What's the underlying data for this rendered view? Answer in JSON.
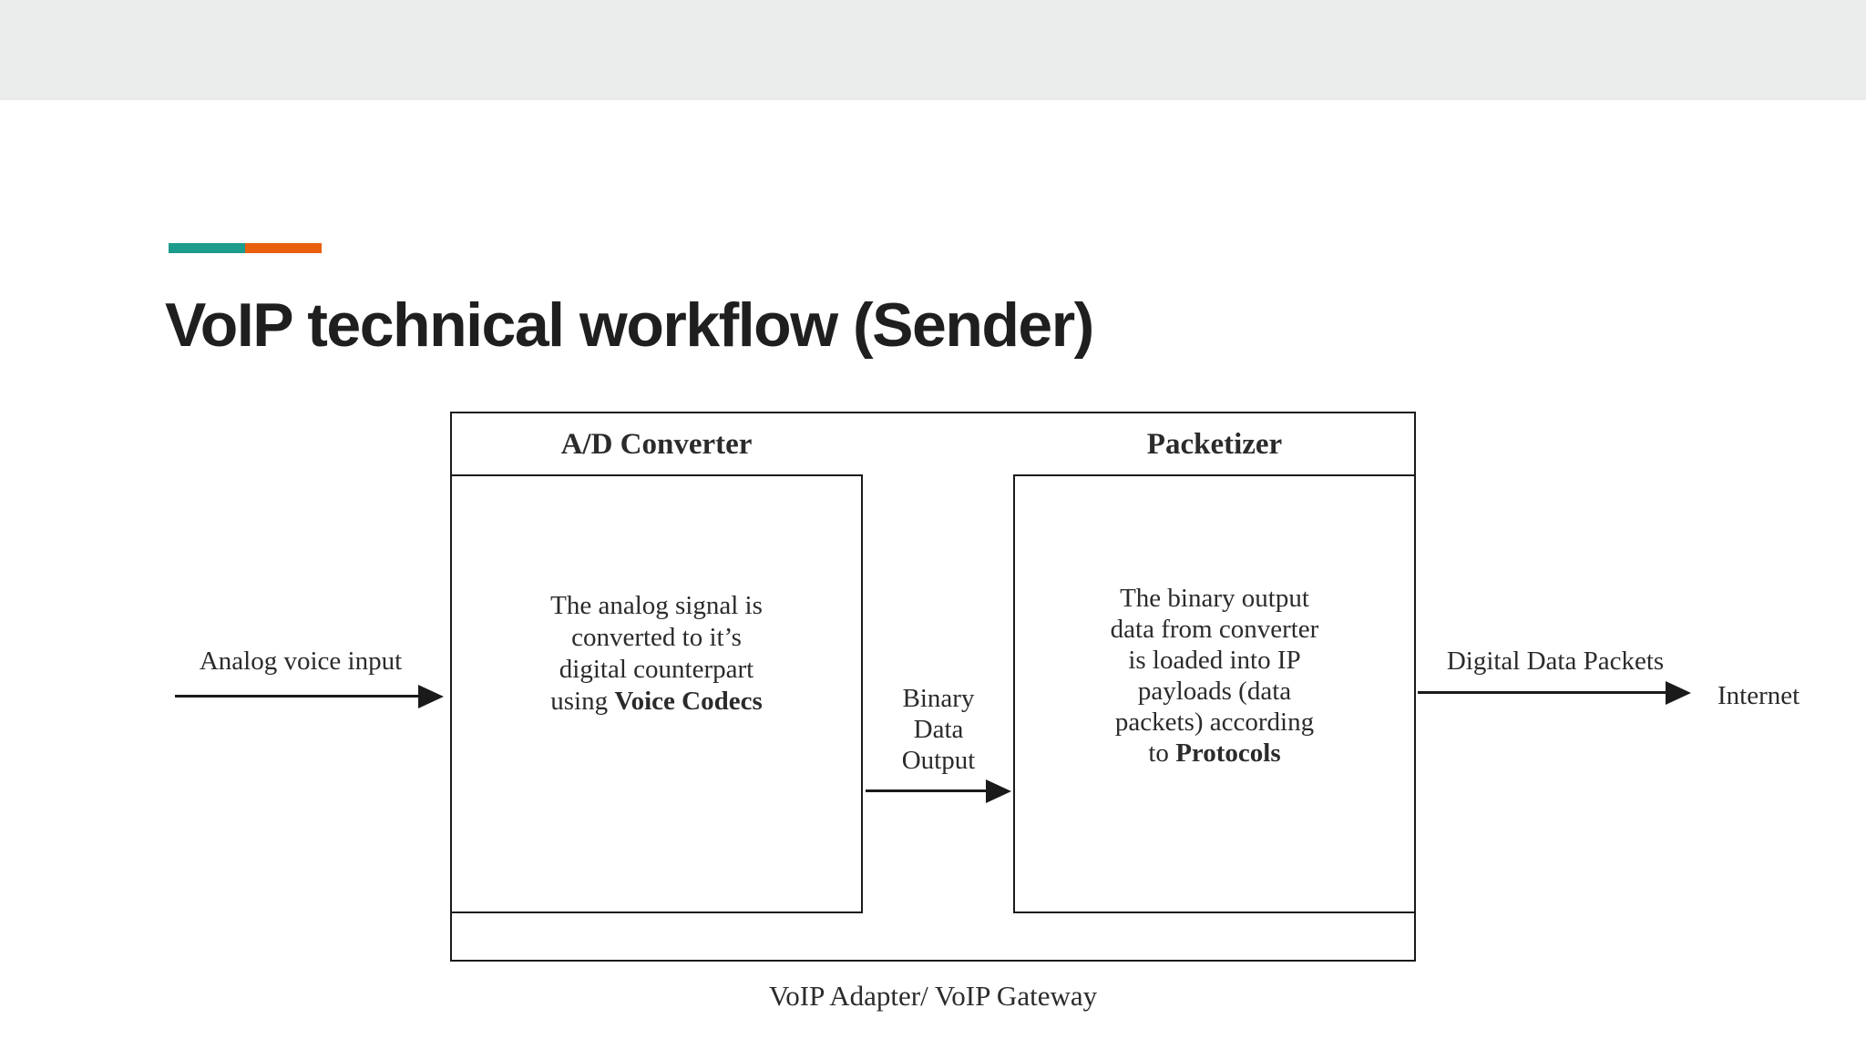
{
  "slide": {
    "title": "VoIP technical workflow (Sender)",
    "accent_colors": {
      "teal": "#1b9c8c",
      "orange": "#e8600e"
    },
    "top_band_color": "#e9eceb"
  },
  "diagram": {
    "outer_label": "VoIP Adapter/ VoIP Gateway",
    "left_box": {
      "title": "A/D Converter",
      "body": "The analog signal is\nconverted to it’s\ndigital counterpart\nusing ",
      "body_bold": "Voice Codecs"
    },
    "right_box": {
      "title": "Packetizer",
      "body": "The binary output\ndata from converter\nis loaded into IP\npayloads (data\npackets) according\nto ",
      "body_bold": "Protocols"
    },
    "flow": {
      "input_label": "Analog voice input",
      "middle_label": "Binary\nData\nOutput",
      "output_label": "Digital Data Packets",
      "internet_label": "Internet"
    }
  }
}
